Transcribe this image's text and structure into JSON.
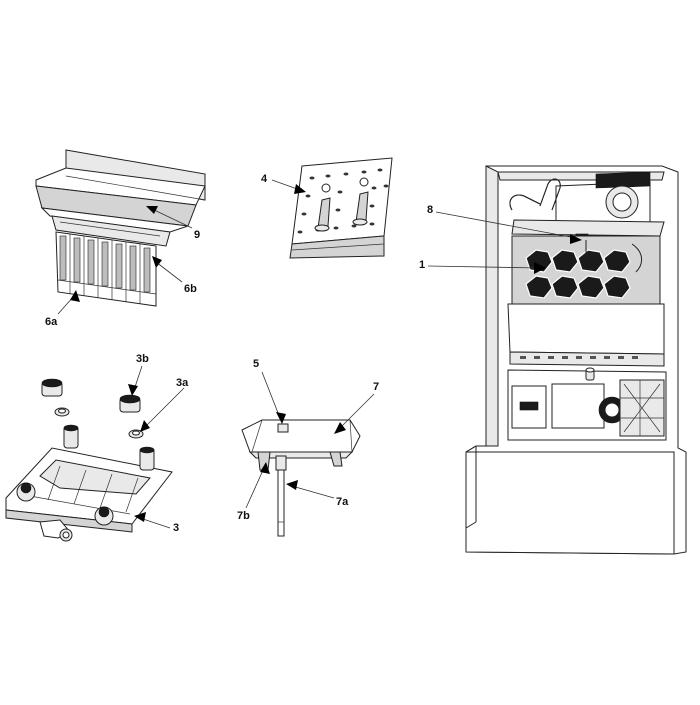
{
  "labels": {
    "l1": "1",
    "l3": "3",
    "l3a": "3a",
    "l3b": "3b",
    "l4": "4",
    "l5": "5",
    "l6a": "6a",
    "l6b": "6b",
    "l7": "7",
    "l7a": "7a",
    "l7b": "7b",
    "l8": "8",
    "l9": "9"
  },
  "colors": {
    "line": "#222222",
    "panel": "#e9e9e9",
    "shade": "#d4d4d4",
    "dark": "#1a1a1a"
  }
}
